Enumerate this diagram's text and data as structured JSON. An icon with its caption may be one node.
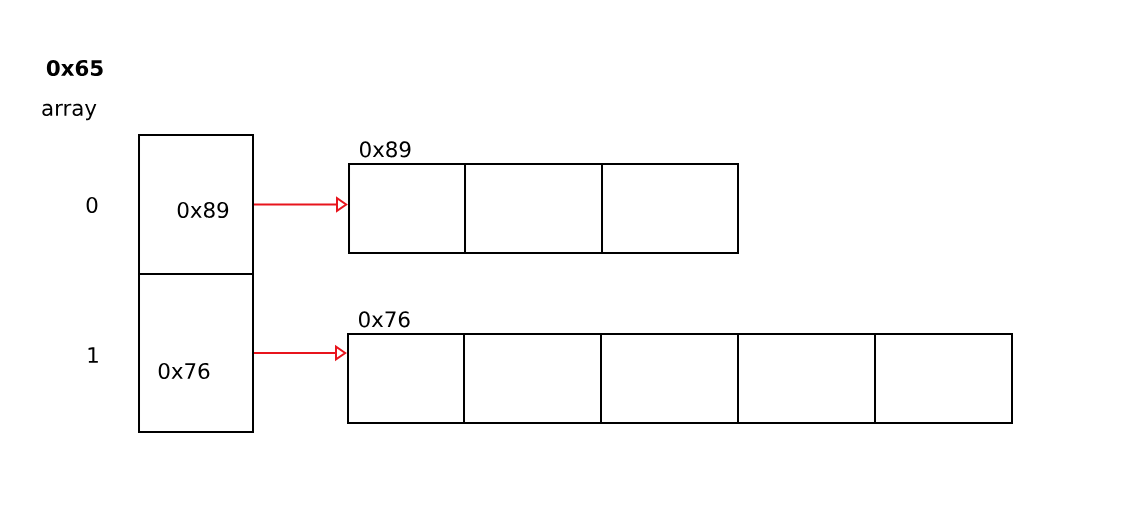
{
  "diagram": {
    "nodes": [
      {
        "text": [
          "0x89"
        ]
      },
      {
        "text": [
          "0x76"
        ]
      },
      {
        "text": [
          "0x89"
        ]
      },
      {
        "text": [],
        "shape": "box",
        "in": 2
      },
      {
        "text": [],
        "shape": "box",
        "in": 2
      },
      {
        "text": [],
        "shape": "box",
        "in": 2
      },
      {
        "text": [
          "0x76"
        ]
      },
      {
        "text": [],
        "shape": "box",
        "in": 6
      },
      {
        "text": [],
        "shape": "box",
        "in": 6
      },
      {
        "text": [],
        "shape": "box",
        "in": 6
      },
      {
        "text": [],
        "shape": "box",
        "in": 6
      },
      {
        "text": [],
        "shape": "box",
        "in": 6
      }
    ],
    "edges": [
      {
        "from": 0,
        "to": 2,
        "arrow": "to",
        "color": "#e8141c"
      },
      {
        "from": 1,
        "to": 6,
        "arrow": "to",
        "color": "#e8141c"
      }
    ],
    "labels": [
      "0x65",
      "array",
      "0",
      "1"
    ]
  }
}
